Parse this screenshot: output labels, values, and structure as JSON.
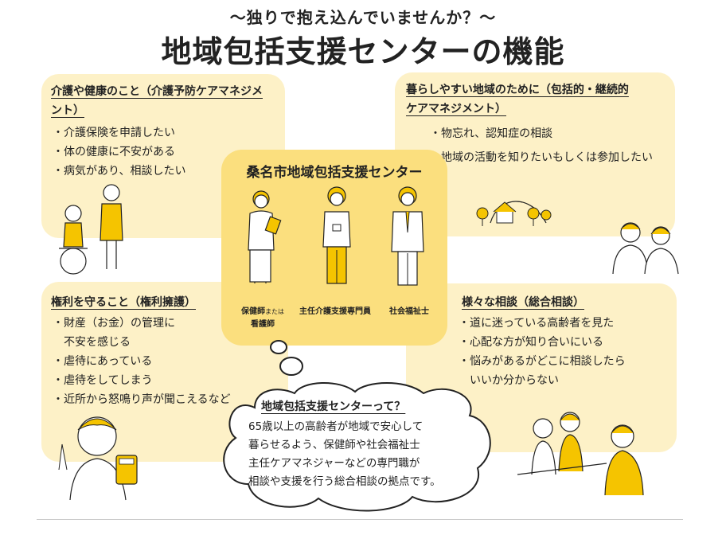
{
  "header": {
    "subtitle": "〜独りで抱え込んでいませんか？〜",
    "title": "地域包括支援センターの機能"
  },
  "cards": {
    "care": {
      "head_line1": "介護や健康のこと（介護予防ケアマネジメ",
      "head_line2": "ント）",
      "items": [
        "・介護保険を申請したい",
        "・体の健康に不安がある",
        "・病気があり、相談したい"
      ]
    },
    "community": {
      "head_line1": "暮らしやすい地域のために（包括的・継続的",
      "head_line2": "ケアマネジメント）",
      "items": [
        "・物忘れ、認知症の相談",
        "・地域の活動を知りたいもしくは参加したい"
      ]
    },
    "rights": {
      "head": "権利を守ること（権利擁護）",
      "items": [
        "・財産（お金）の管理に",
        "　不安を感じる",
        "・虐待にあっている",
        "・虐待をしてしまう",
        "・近所から怒鳴り声が聞こえるなど"
      ]
    },
    "consult": {
      "head": "様々な相談（総合相談）",
      "items": [
        "・道に迷っている高齢者を見た",
        "・心配な方が知り合いにいる",
        "・悩みがあるがどこに相談したら",
        "　いいか分からない"
      ]
    }
  },
  "center": {
    "title": "桑名市地域包括支援センター",
    "roles": {
      "nurse_line1": "保健師",
      "nurse_small": "または",
      "nurse_line2": "看護師",
      "care_manager": "主任介護支援専門員",
      "social_worker": "社会福祉士"
    }
  },
  "cloud": {
    "title": "地域包括支援センターって？",
    "lines": [
      "65歳以上の高齢者が地域で安心して",
      "暮らせるよう、保健師や社会福祉士",
      "主任ケアマネジャーなどの専門職が",
      "相談や支援を行う総合相談の拠点です。"
    ]
  },
  "colors": {
    "card_bg": "#fdf1c7",
    "center_bg": "#fbdf7e",
    "accent_yellow": "#f5c400",
    "text": "#222222"
  }
}
